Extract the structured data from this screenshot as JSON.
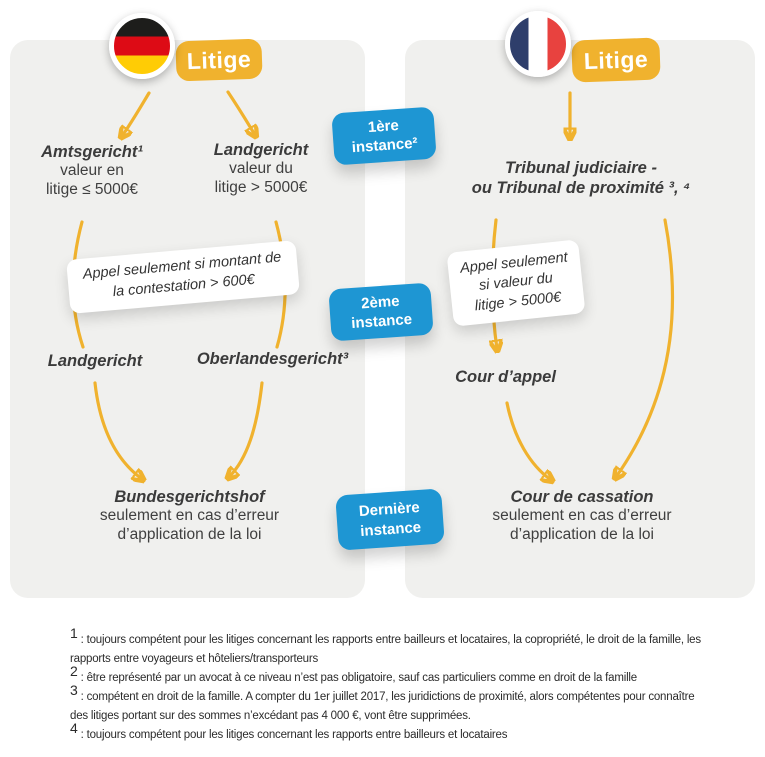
{
  "colors": {
    "accent_yellow": "#F0B22E",
    "accent_blue": "#1E96D3",
    "panel_gray": "#F0F0EE",
    "text_dark": "#3B3B3B",
    "flag_germany": [
      "#1D1D1B",
      "#DD0B15",
      "#FFCC05"
    ],
    "flag_france": [
      "#2E3E6B",
      "#FFFFFF",
      "#E8423F"
    ]
  },
  "germany": {
    "litige_label": "Litige",
    "first_instance": {
      "left": {
        "court": "Amtsgericht¹",
        "line1": "valeur en",
        "line2": "litige ≤ 5000€"
      },
      "right": {
        "court": "Landgericht",
        "line1": "valeur du",
        "line2": "litige > 5000€"
      }
    },
    "appeal_note": {
      "line1": "Appel seulement si montant de",
      "line2": "la contestation > 600€"
    },
    "second_instance": {
      "left": "Landgericht",
      "right": "Oberlandesgericht³"
    },
    "last_instance": {
      "court": "Bundesgerichtshof",
      "line1": "seulement en cas d’erreur",
      "line2": "d’application de la loi"
    }
  },
  "france": {
    "litige_label": "Litige",
    "first_instance": {
      "line1": "Tribunal judiciaire -",
      "line2": "ou Tribunal de proximité ³, ⁴"
    },
    "appeal_note": {
      "line1": "Appel seulement",
      "line2": "si valeur du",
      "line3": "litige > 5000€"
    },
    "second_instance": "Cour d’appel",
    "last_instance": {
      "court": "Cour de cassation",
      "line1": "seulement en cas d’erreur",
      "line2": "d’application de la loi"
    }
  },
  "stages": {
    "first": {
      "line1": "1ère",
      "line2": "instance²"
    },
    "second": {
      "line1": "2ème",
      "line2": "instance"
    },
    "last": {
      "line1": "Dernière",
      "line2": "instance"
    }
  },
  "footnotes": [
    {
      "marker": "1",
      "text": ": toujours compétent pour les litiges concernant les rapports entre bailleurs et locataires, la copropriété, le droit de la famille, les rapports entre voyageurs et hôteliers/transporteurs"
    },
    {
      "marker": "2",
      "text": ": être représenté par un avocat à ce niveau n’est pas obligatoire, sauf cas particuliers comme en droit de la famille"
    },
    {
      "marker": "3",
      "text": ": compétent en droit de la famille. A compter du 1er juillet 2017, les juridictions de proximité, alors compétentes pour connaître des litiges portant sur des sommes n’excédant pas 4 000 €, vont être supprimées."
    },
    {
      "marker": "4",
      "text": ": toujours compétent pour les litiges concernant les rapports entre bailleurs et locataires"
    }
  ]
}
